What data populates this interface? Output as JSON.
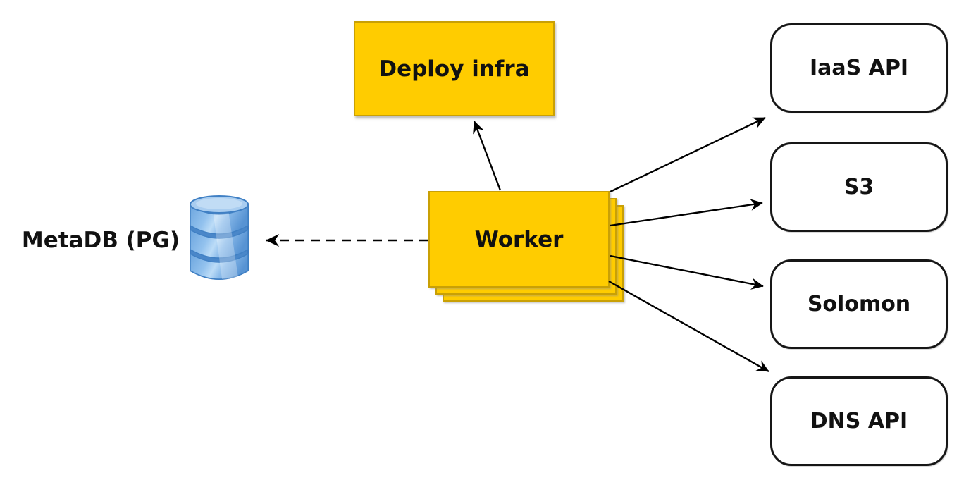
{
  "nodes": {
    "deploy_infra": {
      "label": "Deploy infra",
      "type": "process"
    },
    "worker": {
      "label": "Worker",
      "type": "process-stack"
    },
    "metadb": {
      "label": "MetaDB (PG)",
      "type": "database"
    },
    "iaas_api": {
      "label": "IaaS API",
      "type": "service"
    },
    "s3": {
      "label": "S3",
      "type": "service"
    },
    "solomon": {
      "label": "Solomon",
      "type": "service"
    },
    "dns_api": {
      "label": "DNS API",
      "type": "service"
    }
  },
  "edges": [
    {
      "from": "worker",
      "to": "deploy_infra",
      "style": "solid",
      "arrow": "end"
    },
    {
      "from": "worker",
      "to": "metadb",
      "style": "dashed",
      "arrow": "end"
    },
    {
      "from": "worker",
      "to": "iaas_api",
      "style": "solid",
      "arrow": "end"
    },
    {
      "from": "worker",
      "to": "s3",
      "style": "solid",
      "arrow": "end"
    },
    {
      "from": "worker",
      "to": "solomon",
      "style": "solid",
      "arrow": "end"
    },
    {
      "from": "worker",
      "to": "dns_api",
      "style": "solid",
      "arrow": "end"
    }
  ],
  "colors": {
    "process_fill": "#ffcc00",
    "process_border": "#c9a005",
    "service_fill": "#ffffff",
    "service_border": "#161616",
    "arrow": "#000000",
    "database_body": "#6fa8dc",
    "database_top": "#a9cdf0",
    "background": "#ffffff"
  }
}
